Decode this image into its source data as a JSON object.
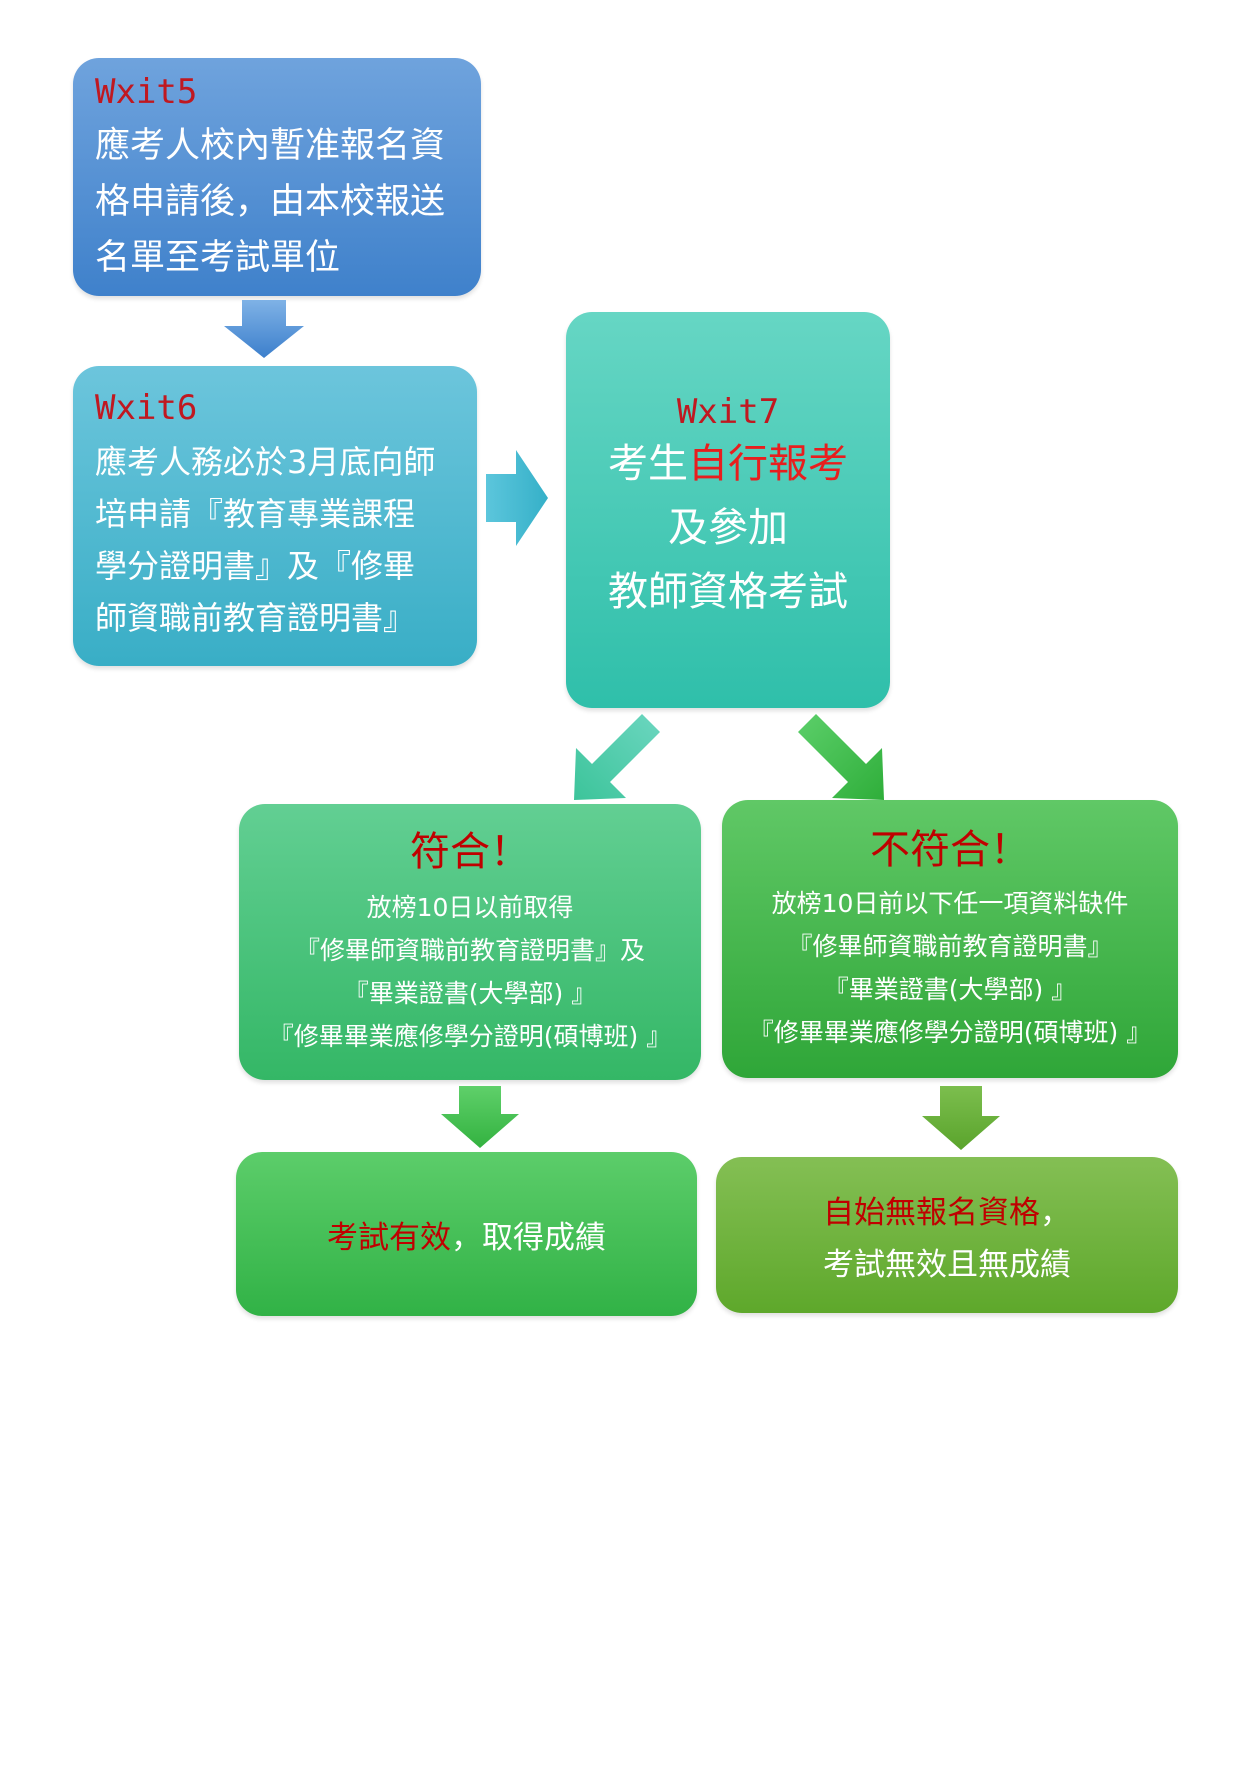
{
  "step5": {
    "label": "Wxit5",
    "lines": [
      "應考人校內暫准報名資",
      "格申請後，由本校報送",
      "名單至考試單位"
    ]
  },
  "step6": {
    "label": "Wxit6",
    "lines": [
      "應考人務必於3月底向師",
      "培申請『教育專業課程",
      "學分證明書』及『修畢",
      "師資職前教育證明書』"
    ]
  },
  "step7": {
    "label": "Wxit7",
    "line1_prefix": "考生",
    "line1_red": "自行報考",
    "line2": "及參加",
    "line3": "教師資格考試"
  },
  "pass": {
    "heading": "符合！",
    "lines": [
      "放榜10日以前取得",
      "『修畢師資職前教育證明書』及",
      "『畢業證書(大學部) 』",
      "『修畢畢業應修學分證明(碩博班) 』"
    ]
  },
  "fail": {
    "heading": "不符合！",
    "lines": [
      "放榜10日前以下任一項資料缺件",
      "『修畢師資職前教育證明書』",
      "『畢業證書(大學部) 』",
      "『修畢畢業應修學分證明(碩博班) 』"
    ]
  },
  "pass_result": {
    "red": "考試有效",
    "white": "，取得成績"
  },
  "fail_result": {
    "line1_red": "自始無報名資格",
    "line1_white": "，",
    "line2": "考試無效且無成績"
  },
  "colors": {
    "step5": "#4f8fd4",
    "step6": "#4ab8d0",
    "step7": "#45c9b4",
    "pass": "#45c27a",
    "fail": "#45b54e",
    "pass_result": "#3fbf55",
    "fail_result": "#6fb03f",
    "highlight": "#c00000"
  }
}
